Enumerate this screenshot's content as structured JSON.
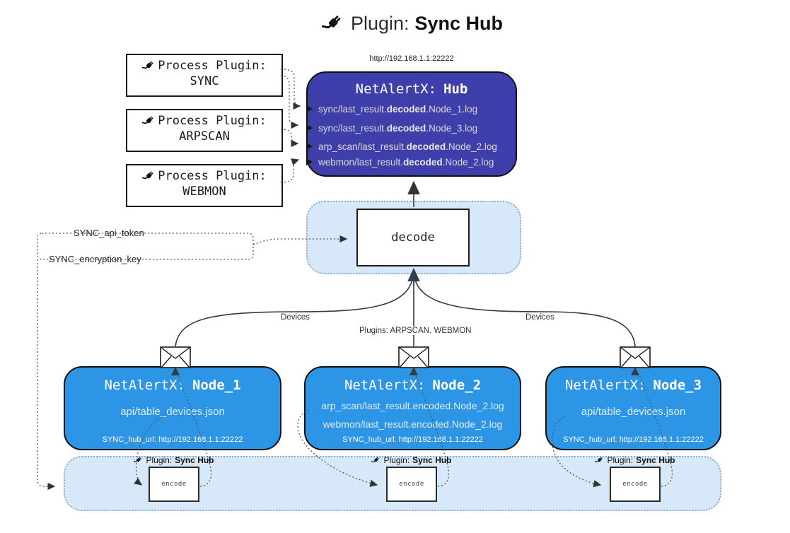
{
  "title": {
    "icon": "plug-icon",
    "prefix": "Plugin:",
    "name": "Sync Hub"
  },
  "hub": {
    "address": "http://192.168.1.1:22222",
    "title_prefix": "NetAlertX:",
    "title_name": "Hub",
    "logs": [
      {
        "pre": "sync/last_result.",
        "bold": "decoded",
        "post": ".Node_1.log"
      },
      {
        "pre": "sync/last_result.",
        "bold": "decoded",
        "post": ".Node_3.log"
      },
      {
        "pre": "arp_scan/last_result.",
        "bold": "decoded",
        "post": ".Node_2.log"
      },
      {
        "pre": "webmon/last_result.",
        "bold": "decoded",
        "post": ".Node_2.log"
      }
    ]
  },
  "process_plugins": [
    {
      "label": "Process Plugin:",
      "name": "SYNC"
    },
    {
      "label": "Process Plugin:",
      "name": "ARPSCAN"
    },
    {
      "label": "Process Plugin:",
      "name": "WEBMON"
    }
  ],
  "decode": {
    "label": "decode"
  },
  "config": {
    "api_token": "SYNC_api_token",
    "encryption_key": "SYNC_encryption_key"
  },
  "edge_labels": {
    "devices_left": "Devices",
    "plugins_center": "Plugins: ARPSCAN, WEBMON",
    "devices_right": "Devices"
  },
  "nodes": [
    {
      "title_prefix": "NetAlertX:",
      "title_name": "Node_1",
      "lines": [
        "api/table_devices.json"
      ],
      "hub_url": "SYNC_hub_url: http://192.168.1.1:22222"
    },
    {
      "title_prefix": "NetAlertX:",
      "title_name": "Node_2",
      "lines": [
        "arp_scan/last_result.encoded.Node_2.log",
        "webmon/last_result.encoded.Node_2.log"
      ],
      "hub_url": "SYNC_hub_url: http://192.168.1.1:22222"
    },
    {
      "title_prefix": "NetAlertX:",
      "title_name": "Node_3",
      "lines": [
        "api/table_devices.json"
      ],
      "hub_url": "SYNC_hub_url: http://192.168.1.1:22222"
    }
  ],
  "encoders": [
    {
      "plugin_prefix": "Plugin:",
      "plugin_name": "Sync Hub",
      "label": "encode"
    },
    {
      "plugin_prefix": "Plugin:",
      "plugin_name": "Sync Hub",
      "label": "encode"
    },
    {
      "plugin_prefix": "Plugin:",
      "plugin_name": "Sync Hub",
      "label": "encode"
    }
  ],
  "colors": {
    "hub_bg": "#3f3fab",
    "node_bg": "#2d95e6",
    "panel_bg": "#d7e9f8",
    "panel_border": "#8fa9c7",
    "solid_line": "#3a3a3a",
    "dotted_line": "#555555",
    "arrow_dark": "#333333",
    "arrow_navy": "#2f3e50"
  }
}
